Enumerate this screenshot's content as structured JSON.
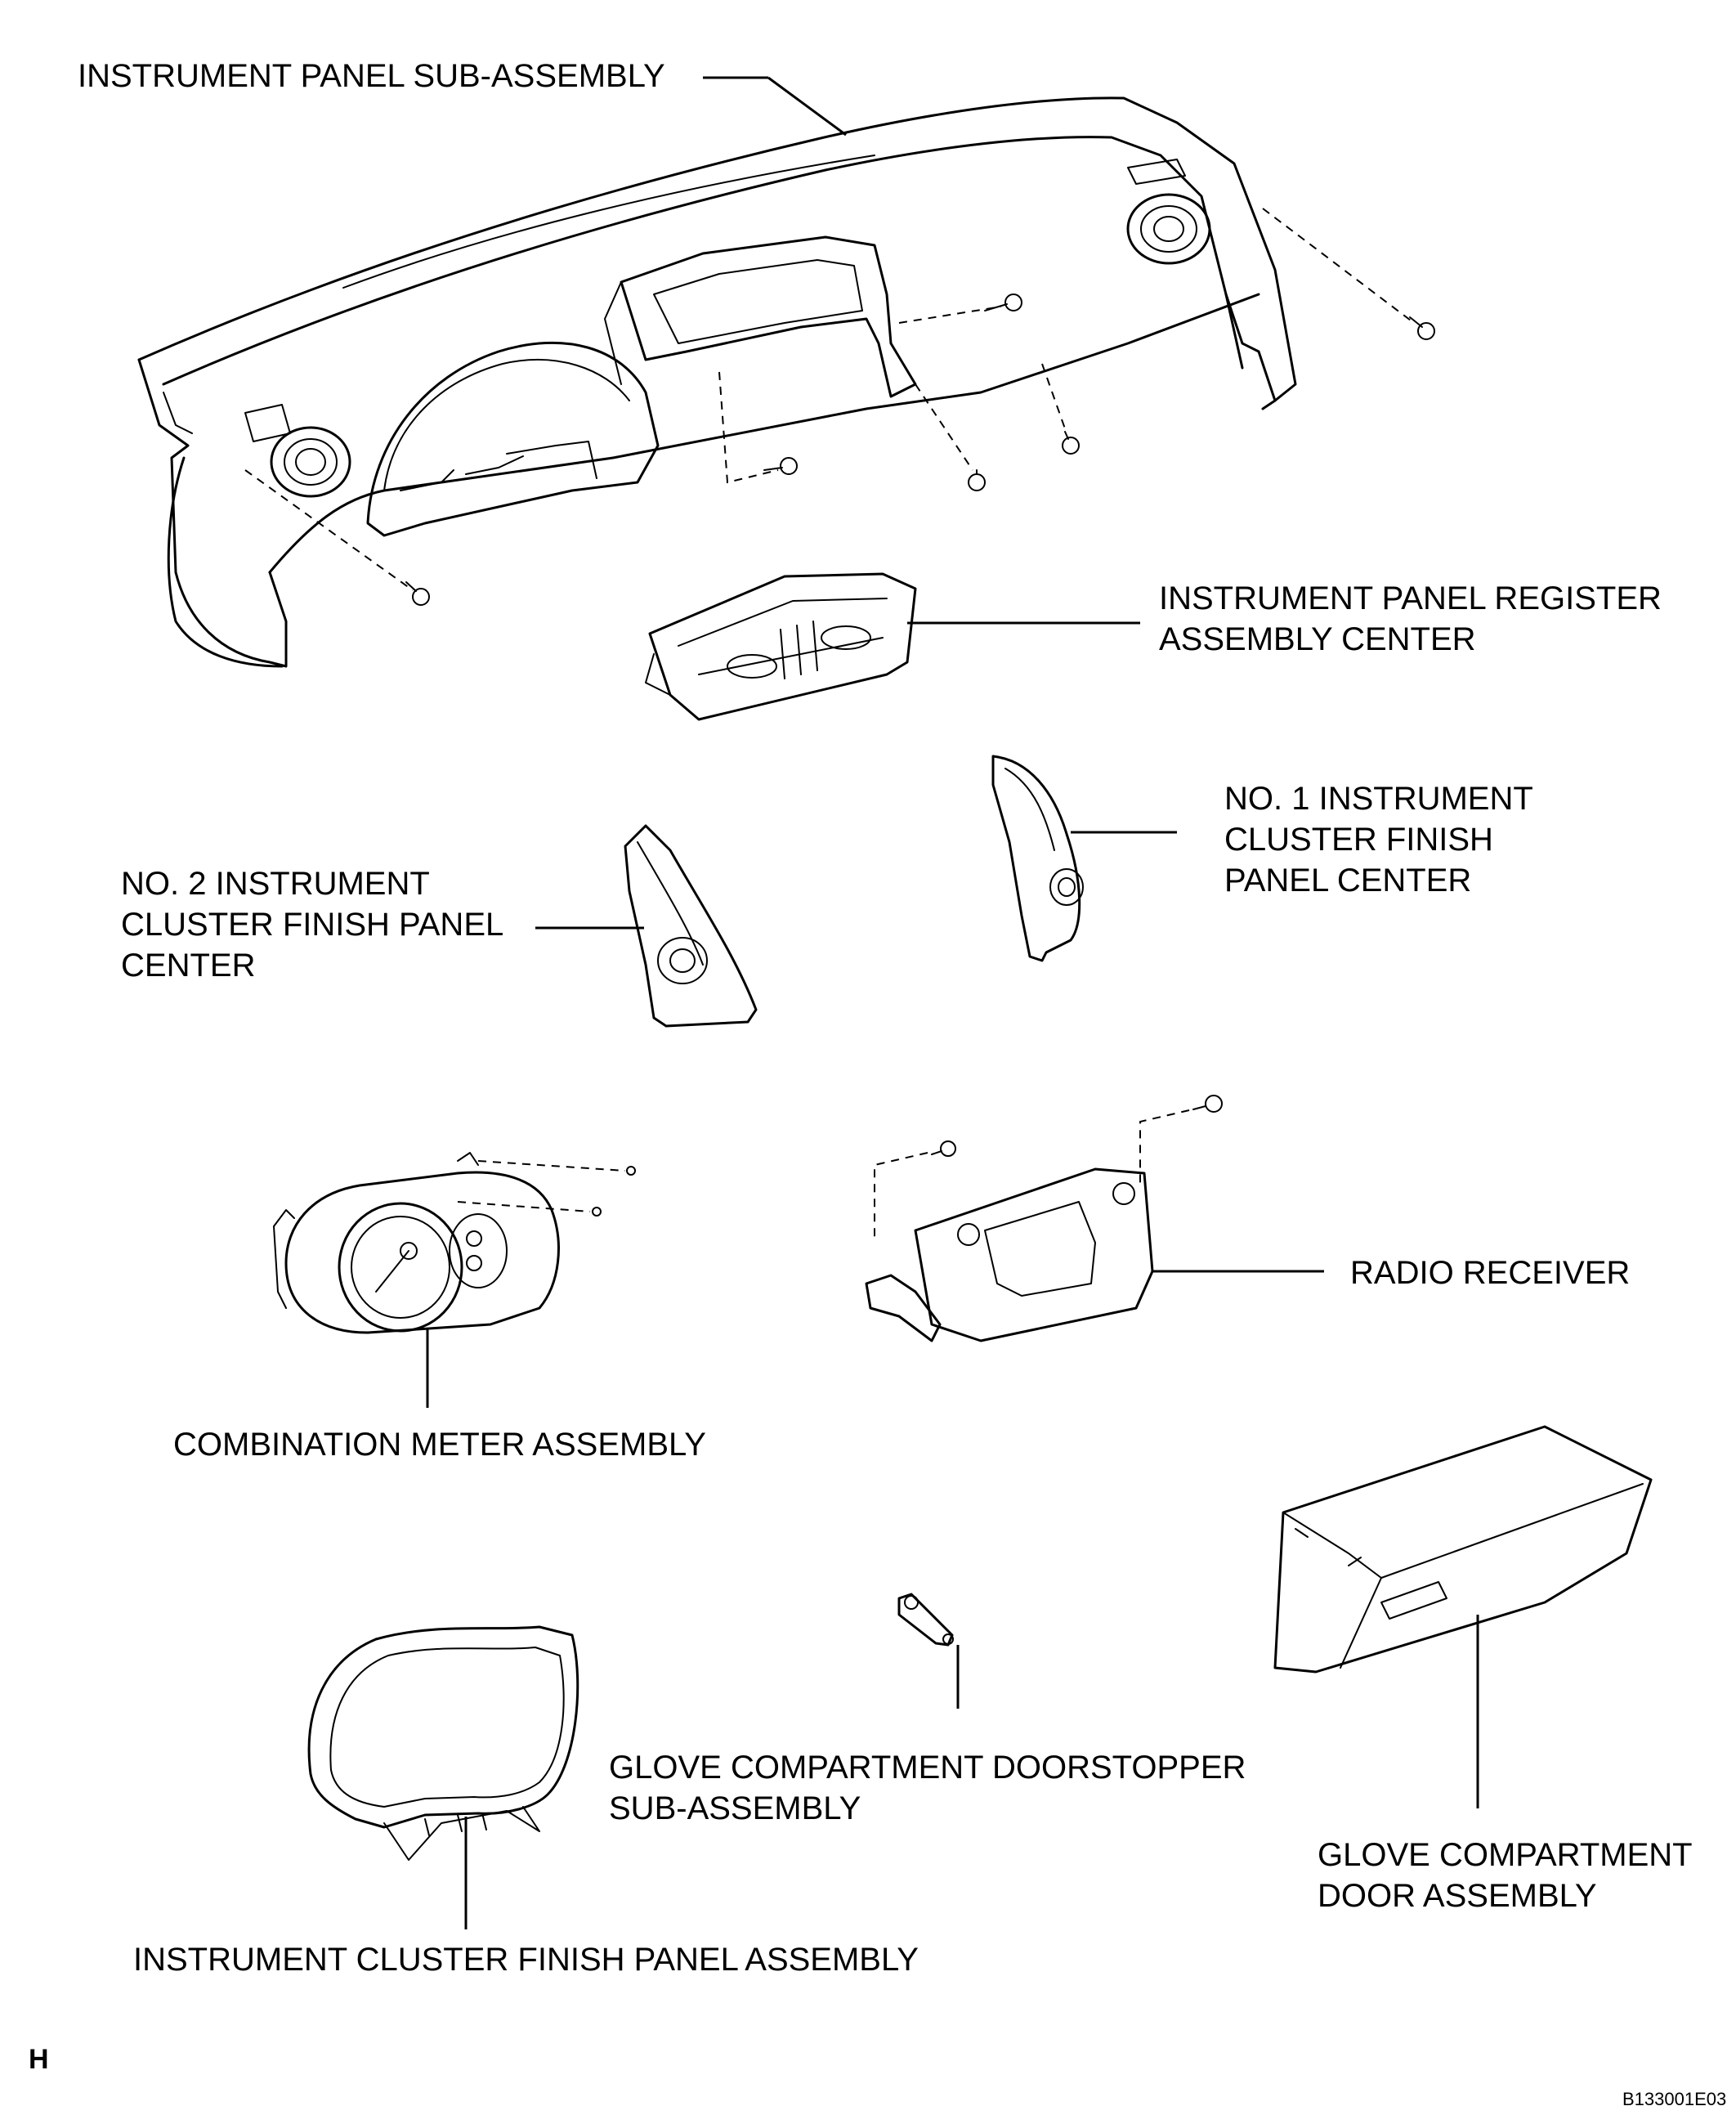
{
  "labels": {
    "instrument_panel": "INSTRUMENT PANEL SUB-ASSEMBLY",
    "register_center": [
      "INSTRUMENT PANEL REGISTER",
      "ASSEMBLY CENTER"
    ],
    "no1_cluster_finish": [
      "NO. 1 INSTRUMENT",
      "CLUSTER FINISH",
      "PANEL CENTER"
    ],
    "no2_cluster_finish": [
      "NO. 2 INSTRUMENT",
      "CLUSTER FINISH PANEL",
      "CENTER"
    ],
    "radio_receiver": "RADIO RECEIVER",
    "combination_meter": "COMBINATION METER ASSEMBLY",
    "glove_doorstopper": [
      "GLOVE COMPARTMENT DOORSTOPPER",
      "SUB-ASSEMBLY"
    ],
    "glove_door": [
      "GLOVE COMPARTMENT",
      "DOOR ASSEMBLY"
    ],
    "cluster_finish_assembly": "INSTRUMENT CLUSTER FINISH PANEL ASSEMBLY"
  },
  "corner_mark": "H",
  "figure_code": "B133001E03"
}
